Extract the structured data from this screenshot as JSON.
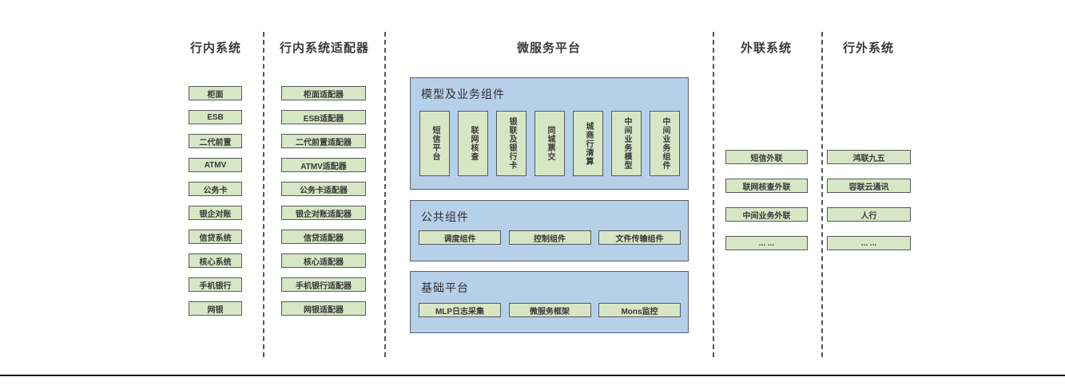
{
  "diagram": {
    "columns": {
      "internal": {
        "title": "行内系统",
        "items": [
          "柜面",
          "ESB",
          "二代前置",
          "ATMV",
          "公务卡",
          "银企对账",
          "信贷系统",
          "核心系统",
          "手机银行",
          "网银"
        ]
      },
      "adapters": {
        "title": "行内系统适配器",
        "items": [
          "柜面适配器",
          "ESB适配器",
          "二代前置适配器",
          "ATMV适配器",
          "公务卡适配器",
          "银企对账适配器",
          "信贷适配器",
          "核心适配器",
          "手机银行适配器",
          "网银适配器"
        ]
      },
      "platform": {
        "title": "微服务平台",
        "groups": [
          {
            "label": "模型及业务组件",
            "orientation": "vertical",
            "items": [
              "短信平台",
              "联网核查",
              "银联及银行卡",
              "同城票交",
              "城商行清算",
              "中间业务模型",
              "中间业务组件"
            ]
          },
          {
            "label": "公共组件",
            "orientation": "horizontal",
            "items": [
              "调度组件",
              "控制组件",
              "文件传输组件"
            ]
          },
          {
            "label": "基础平台",
            "orientation": "horizontal",
            "items": [
              "MLP日志采集",
              "微服务框架",
              "Mons监控"
            ]
          }
        ]
      },
      "outreach": {
        "title": "外联系统",
        "items": [
          "短信外联",
          "联网核查外联",
          "中间业务外联",
          "... ..."
        ]
      },
      "external": {
        "title": "行外系统",
        "items": [
          "鸿联九五",
          "容联云通讯",
          "人行",
          "... ..."
        ]
      }
    },
    "colors": {
      "node_fill": "#d7e6c5",
      "node_border": "#595959",
      "group_fill": "#b7d0ea",
      "group_border": "#55616d",
      "divider": "#555555",
      "baseline": "#111111",
      "text": "#3a3a3a"
    }
  }
}
